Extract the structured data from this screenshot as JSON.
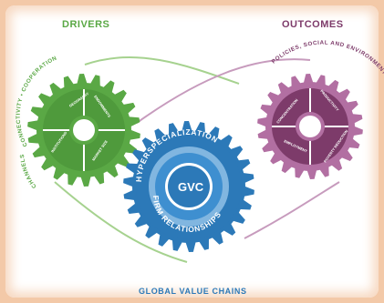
{
  "titles": {
    "drivers": "DRIVERS",
    "outcomes": "OUTCOMES",
    "bottom": "GLOBAL VALUE CHAINS"
  },
  "drivers_gear": {
    "arc_top": "CONNECTIVITY • COOPERATION",
    "arc_left": "CHANNELS",
    "segments": [
      "GEOGRAPHY",
      "ENDOWMENTS",
      "INSTITUTIONS",
      "MARKET SIZE"
    ]
  },
  "outcomes_gear": {
    "arc_top": "POLICIES, SOCIAL AND ENVIRONMENTAL PROTECTION",
    "segments": [
      "CONCENTRATION",
      "PRODUCTIVITY",
      "EMPLOYMENT",
      "POVERTY REDUCTION"
    ]
  },
  "gvc_gear": {
    "center": "GVC",
    "arc_top": "HYPERSPECIALIZATION",
    "arc_bottom": "FIRM RELATIONSHIPS"
  },
  "colors": {
    "green_outer": "#5aa845",
    "green_inner": "#4f9a3c",
    "blue_outer": "#2c79b8",
    "blue_inner": "#3e8fd0",
    "purple_outer": "#b26fa2",
    "purple_inner": "#7d3b6a"
  }
}
